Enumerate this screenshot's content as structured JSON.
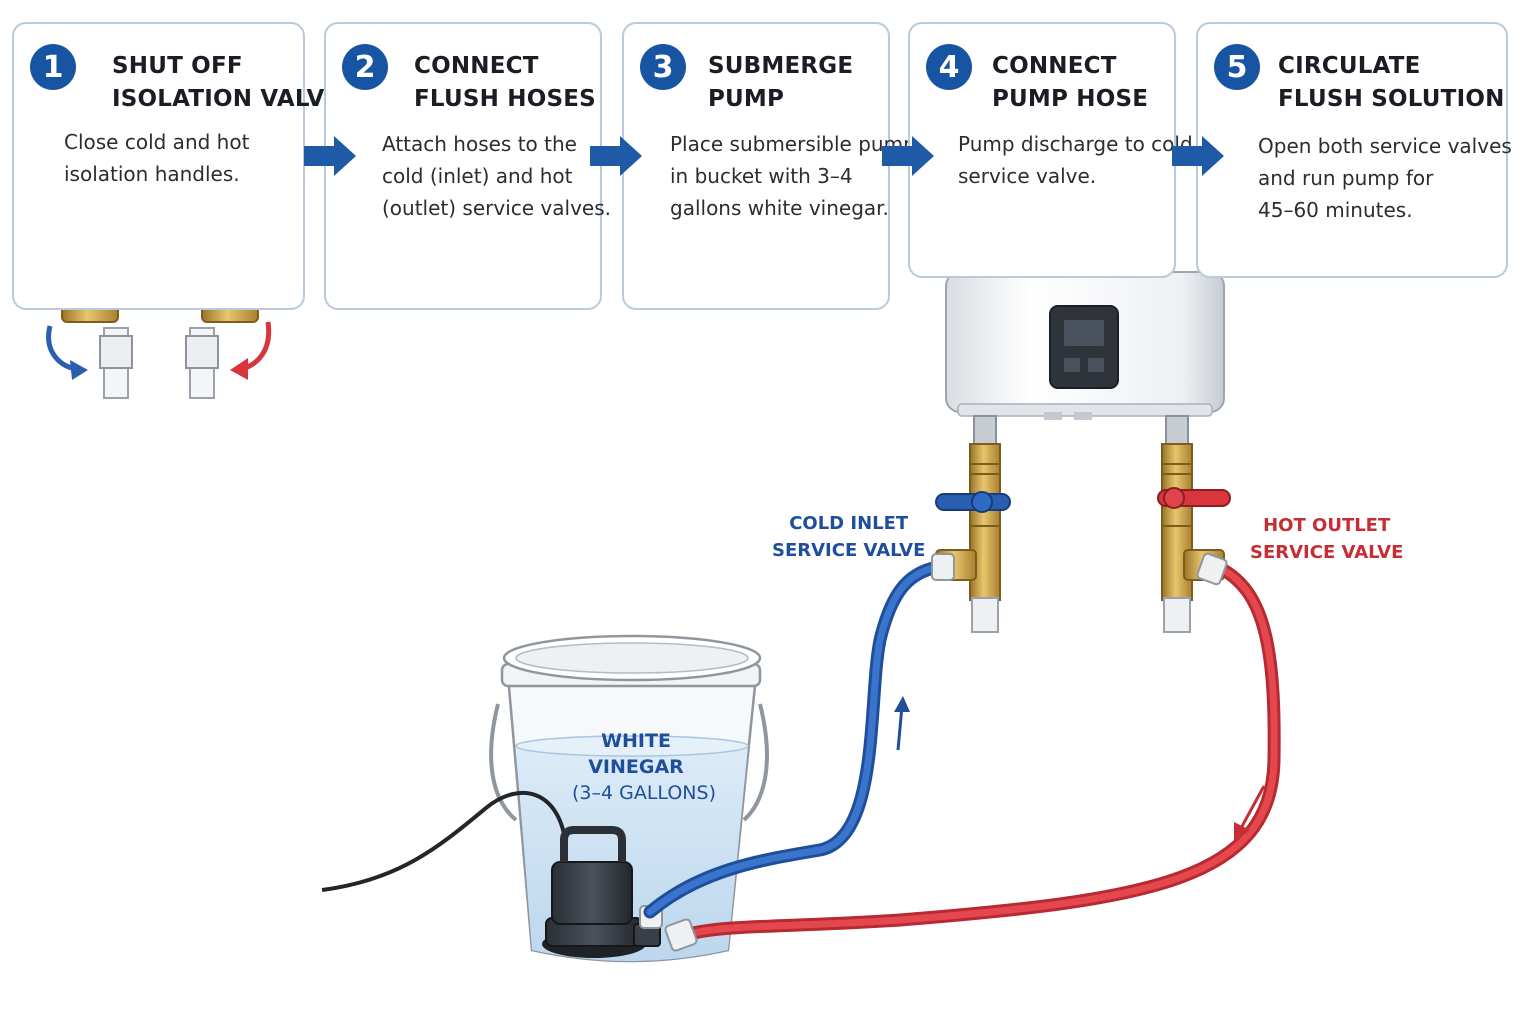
{
  "steps": [
    {
      "number": "1",
      "title_lines": [
        "SHUT OFF",
        "ISOLATION VALVES"
      ],
      "text_lines": [
        "Close cold and hot",
        "isolation handles."
      ]
    },
    {
      "number": "2",
      "title_lines": [
        "CONNECT",
        "FLUSH HOSES"
      ],
      "text_lines": [
        "Attach hoses to the",
        "cold (inlet) and hot",
        "(outlet) service valves."
      ]
    },
    {
      "number": "3",
      "title_lines": [
        "SUBMERGE",
        "PUMP"
      ],
      "text_lines": [
        "Place submersible pump",
        "in bucket with 3–4",
        "gallons white vinegar."
      ]
    },
    {
      "number": "4",
      "title_lines": [
        "CONNECT",
        "PUMP HOSE"
      ],
      "text_lines": [
        "Pump discharge to cold",
        "service valve."
      ]
    },
    {
      "number": "5",
      "title_lines": [
        "CIRCULATE",
        "FLUSH SOLUTION"
      ],
      "text_lines": [
        "Open both service valves",
        "and run pump for",
        "45–60 minutes."
      ]
    }
  ],
  "labels": {
    "cold_valve": [
      "COLD INLET",
      "SERVICE VALVE"
    ],
    "hot_valve": [
      "HOT OUTLET",
      "SERVICE VALVE"
    ],
    "bucket": [
      "WHITE",
      "VINEGAR",
      "(3–4 GALLONS)"
    ]
  },
  "colors": {
    "accent_blue": "#1755a2",
    "cold": "#2a5fb0",
    "hot": "#d8353d",
    "brass": "#c9a24a",
    "vinegar": "#cfe3f3"
  },
  "icons": [
    "step-arrow-icon",
    "valve-handle-icon",
    "rotation-arrow-icon",
    "flow-arrow-icon",
    "water-heater-icon",
    "submersible-pump-icon",
    "bucket-icon"
  ]
}
